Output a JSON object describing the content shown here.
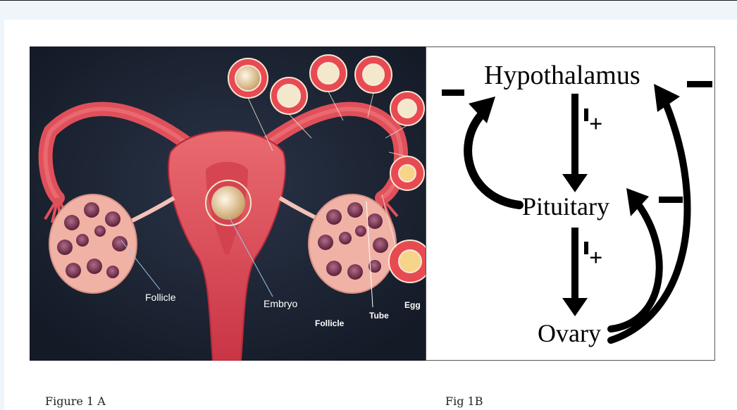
{
  "figure_a": {
    "caption": "Figure 1 A",
    "labels": {
      "follicle_left": "Follicle",
      "embryo": "Embryo",
      "follicle_right": "Follicle",
      "tube": "Tube",
      "egg": "Egg"
    }
  },
  "figure_b": {
    "caption": "Fig 1B",
    "nodes": {
      "top": "Hypothalamus",
      "middle": "Pituitary",
      "bottom": "Ovary"
    },
    "signs": {
      "plus": "+",
      "minus": "−"
    }
  },
  "colors": {
    "background": "#eef6fc",
    "anatomy_backdrop": "#1c2331",
    "uterus": "#e04a55",
    "ovary": "#f1b2a6"
  }
}
